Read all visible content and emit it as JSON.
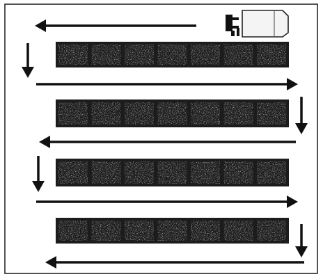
{
  "diagram": {
    "description": "",
    "colors": {
      "background": "#ffffff",
      "frame": "#1a1a1a",
      "arrow": "#111111",
      "row_fill": "#1c1c1c",
      "noise_light": "#c8c8c8",
      "vehicle_body": "#f4f4f4",
      "vehicle_outline": "#222222",
      "vehicle_front": "#111111"
    },
    "rows": [
      {
        "modules": 7
      },
      {
        "modules": 7
      },
      {
        "modules": 7
      },
      {
        "modules": 7
      }
    ],
    "path": [
      {
        "direction": "left"
      },
      {
        "direction": "down"
      },
      {
        "direction": "right"
      },
      {
        "direction": "down"
      },
      {
        "direction": "left"
      },
      {
        "direction": "down"
      },
      {
        "direction": "right"
      },
      {
        "direction": "down"
      },
      {
        "direction": "left"
      }
    ],
    "vehicle": {
      "icon": "cleaning-robot-icon"
    }
  }
}
